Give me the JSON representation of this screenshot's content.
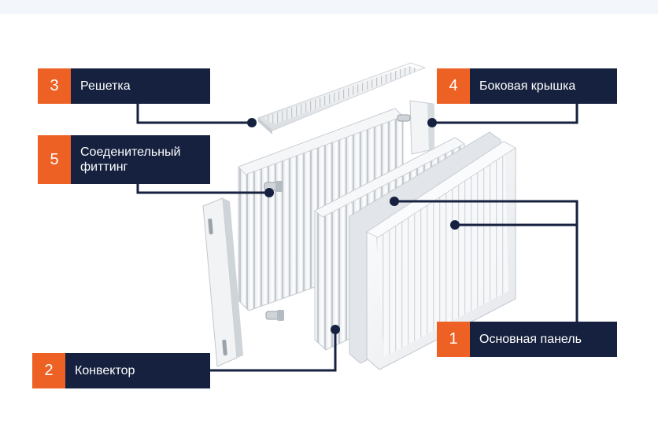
{
  "colors": {
    "badge": "#ee6125",
    "panel": "#16213f",
    "leader": "#16213f"
  },
  "labels": [
    {
      "id": "3",
      "number": "3",
      "text": "Решетка"
    },
    {
      "id": "4",
      "number": "4",
      "text": "Боковая крышка"
    },
    {
      "id": "5",
      "number": "5",
      "text": "Соеденительный\nфиттинг"
    },
    {
      "id": "1",
      "number": "1",
      "text": "Основная панель"
    },
    {
      "id": "2",
      "number": "2",
      "text": "Конвектор"
    }
  ]
}
